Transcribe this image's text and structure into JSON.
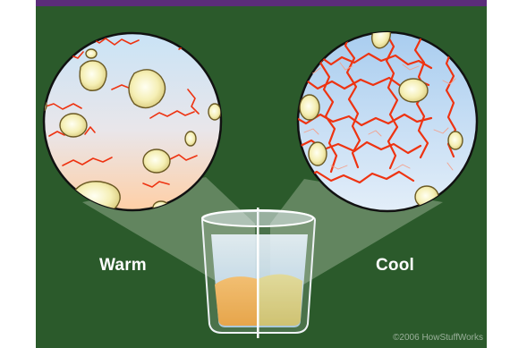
{
  "labels": {
    "left": "Warm",
    "right": "Cool"
  },
  "copyright": "©2006 HowStuffWorks",
  "colors": {
    "board": "#2b5a2b",
    "top_stripe": "#5b2d7a",
    "gelatin_strand": "#ee3311",
    "water_warm_bottom": "#ffd8b8",
    "water_cool": "#b6d6f2",
    "droplet_fill": "#f3eca0"
  }
}
